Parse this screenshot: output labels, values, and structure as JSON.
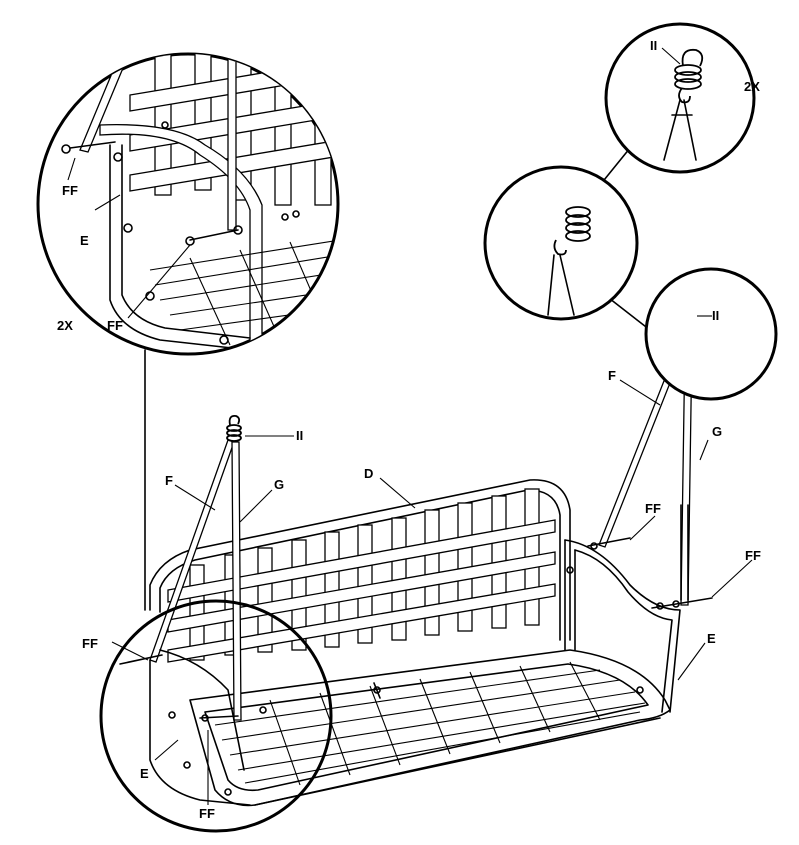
{
  "labels": {
    "hook": "II",
    "long_chain": "F",
    "short_chain": "G",
    "seat": "D",
    "side_frame": "E",
    "bolt": "FF",
    "count_left_detail": "2X",
    "count_top_detail": "2X"
  }
}
